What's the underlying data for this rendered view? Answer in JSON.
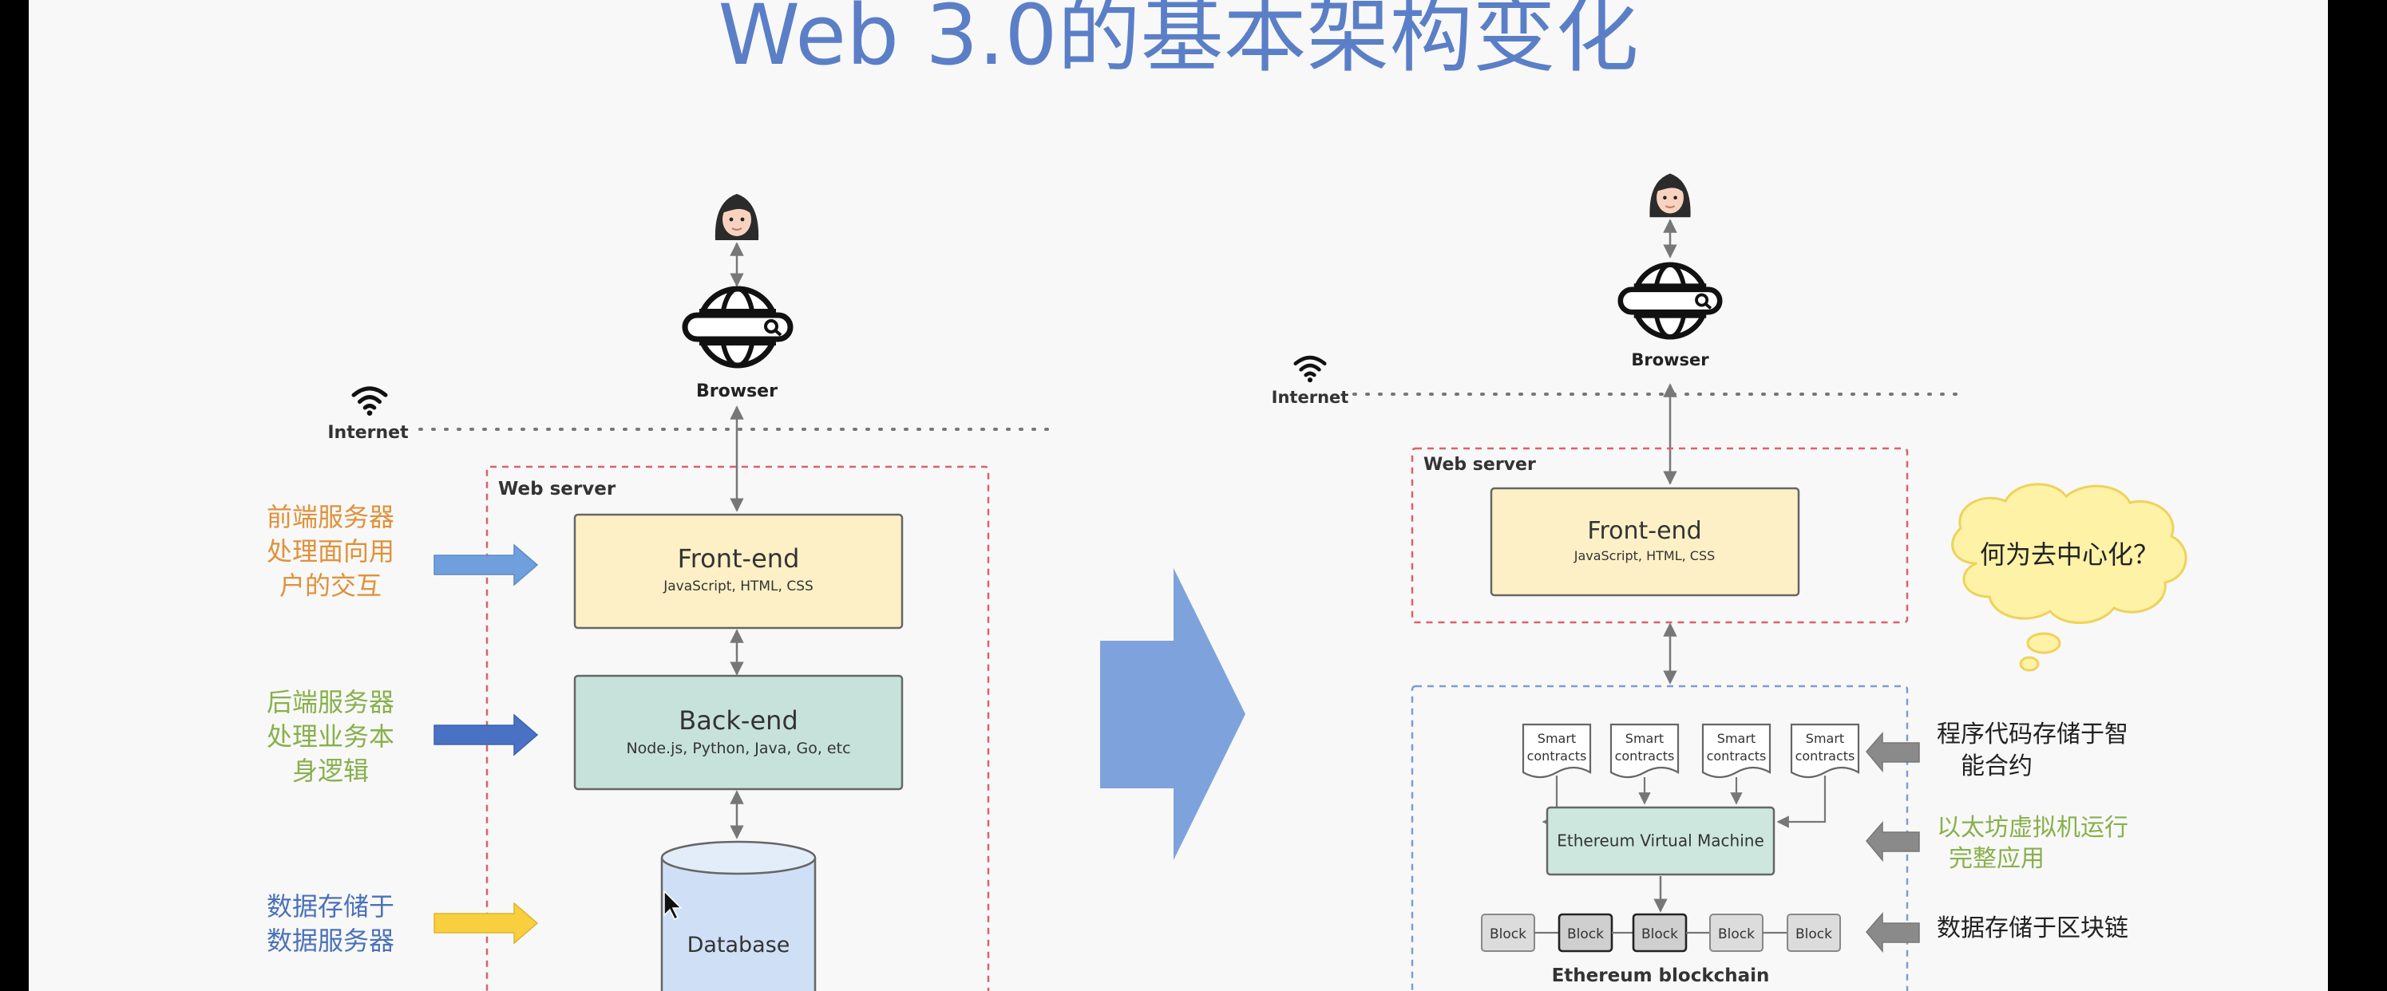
{
  "slide": {
    "title": "Web 3.0的基本架构变化"
  },
  "left": {
    "browser_label": "Browser",
    "internet_label": "Internet",
    "web_server_label": "Web server",
    "frontend": {
      "title": "Front-end",
      "subtitle": "JavaScript, HTML, CSS"
    },
    "backend": {
      "title": "Back-end",
      "subtitle": "Node.js, Python, Java, Go, etc"
    },
    "database": {
      "title": "Database"
    },
    "annotations": {
      "frontend_line1": "前端服务器",
      "frontend_line2": "处理面向用",
      "frontend_line3": "户的交互",
      "backend_line1": "后端服务器",
      "backend_line2": "处理业务本",
      "backend_line3": "身逻辑",
      "data_line1": "数据存储于",
      "data_line2": "数据服务器"
    }
  },
  "right": {
    "browser_label": "Browser",
    "internet_label": "Internet",
    "web_server_label": "Web server",
    "frontend": {
      "title": "Front-end",
      "subtitle": "JavaScript, HTML, CSS"
    },
    "smart_contract_line1": "Smart",
    "smart_contract_line2": "contracts",
    "evm_label": "Ethereum Virtual Machine",
    "block_label": "Block",
    "blockchain_label": "Ethereum blockchain",
    "cloud_text": "何为去中心化？",
    "annotations": {
      "contracts_line1": "程序代码存储于智",
      "contracts_line2": "能合约",
      "evm_line1": "以太坊虚拟机运行",
      "evm_line2": "完整应用",
      "blockchain_line1": "数据存储于区块链"
    }
  },
  "colors": {
    "title": "#5b7fc7",
    "frontend_fill": "#fdf0c6",
    "backend_fill": "#c7e2da",
    "evm_fill": "#cde7de",
    "database_fill": "#cfe0f6",
    "orange_text": "#e0913a",
    "green_text": "#88b04b",
    "blue_text": "#4a72b8",
    "big_arrow": "#7ea3dc",
    "cloud_fill": "#fdf2a6"
  },
  "icons": [
    "person-icon",
    "globe-browser-icon",
    "wifi-icon",
    "big-right-arrow-icon",
    "thought-cloud-icon",
    "gray-left-arrow-icon",
    "blue-right-arrow-icon",
    "yellow-right-arrow-icon"
  ]
}
